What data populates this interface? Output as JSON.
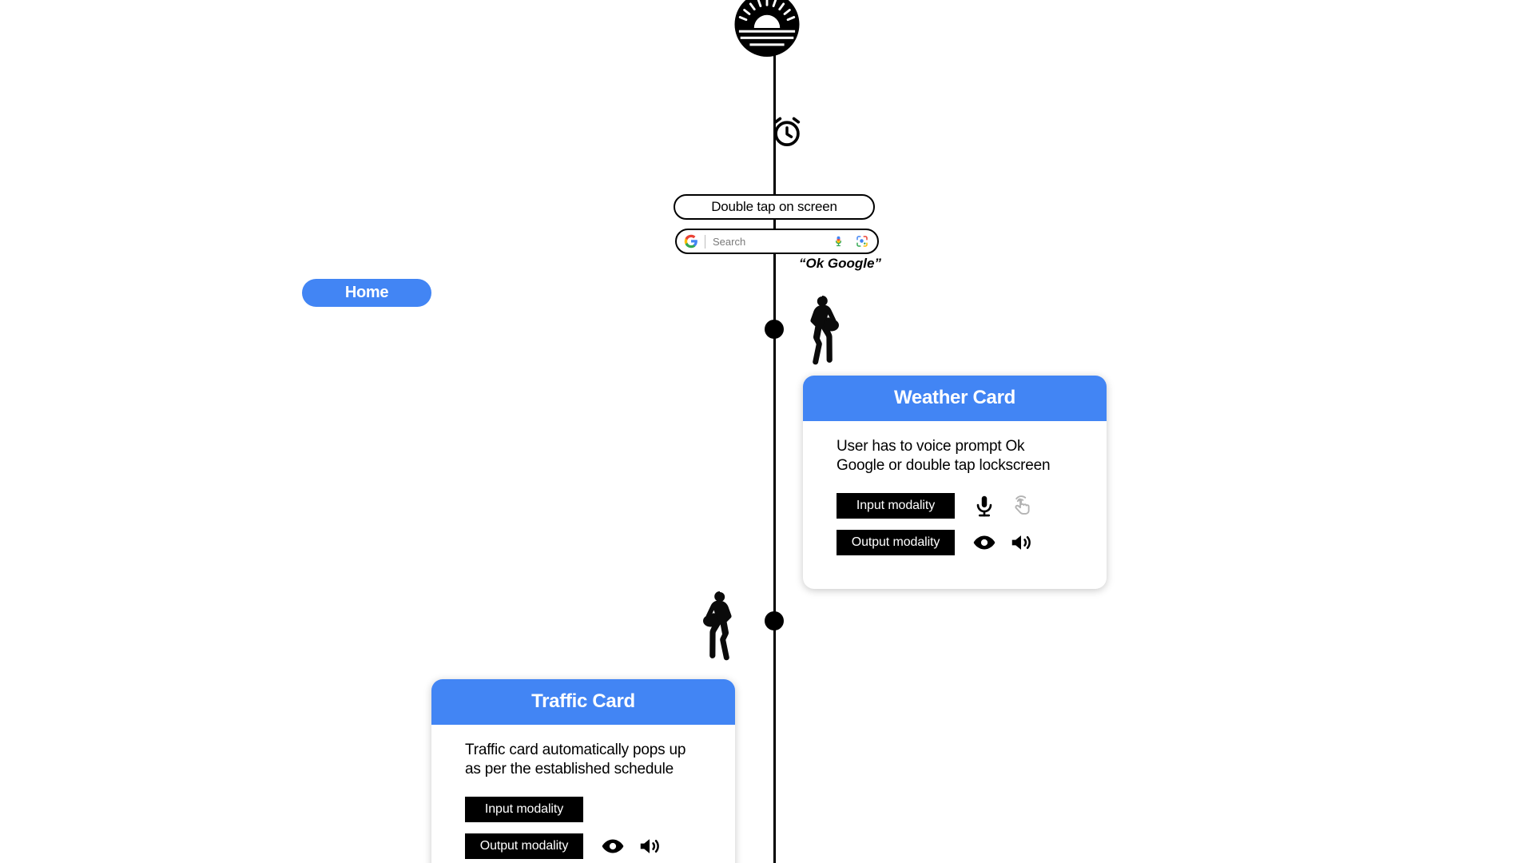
{
  "diagram": {
    "title_icons": {
      "sunrise": "sunrise-icon",
      "alarm": "alarm-clock-icon"
    },
    "timeline": {
      "dots": 2
    },
    "trigger_pill": {
      "label": "Double tap on screen"
    },
    "search_bar": {
      "placeholder": "Search",
      "g_logo": "google-g-icon",
      "mic": "microphone-icon",
      "lens": "google-lens-icon"
    },
    "voice_prompt": "“Ok Google”",
    "home_button": {
      "label": "Home"
    },
    "walkers": [
      {
        "name": "walking-person-right"
      },
      {
        "name": "walking-person-left"
      }
    ],
    "cards": [
      {
        "id": "weather",
        "title": "Weather Card",
        "description": "User has to voice prompt Ok Google or double tap lockscreen",
        "input": {
          "label": "Input modality",
          "icons": [
            "microphone-icon",
            "tap-gesture-icon"
          ]
        },
        "output": {
          "label": "Output modality",
          "icons": [
            "eye-icon",
            "speaker-icon"
          ]
        }
      },
      {
        "id": "traffic",
        "title": "Traffic Card",
        "description": "Traffic card automatically pops up as per the established schedule",
        "input": {
          "label": "Input modality",
          "icons": []
        },
        "output": {
          "label": "Output modality",
          "icons": [
            "eye-icon",
            "speaker-icon"
          ]
        }
      }
    ],
    "colors": {
      "accent_blue": "#4285F4",
      "ink": "#000000",
      "page_bg": "#FFFFFF",
      "muted_gray": "#AAAAAA",
      "placeholder_gray": "#7A7A7A"
    }
  }
}
